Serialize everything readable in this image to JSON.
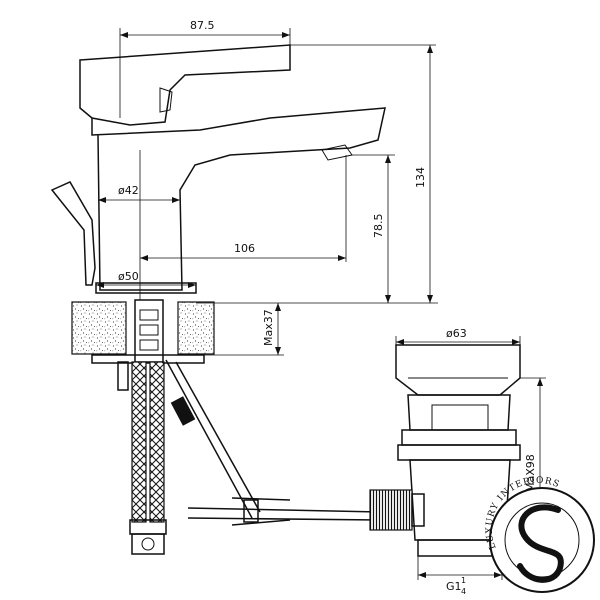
{
  "dimensions": {
    "spout_length": "87.5",
    "body_diameter": "ø42",
    "reach": "106",
    "total_height": "134",
    "spout_height": "78.5",
    "base_diameter": "ø50",
    "counter_max": "Max37",
    "drain_diameter": "ø63",
    "drain_height": "MaX98",
    "thread_base": "G1",
    "thread_numerator": "1",
    "thread_denominator": "4"
  },
  "brand": {
    "text": "LUXURY INTERIORS"
  }
}
